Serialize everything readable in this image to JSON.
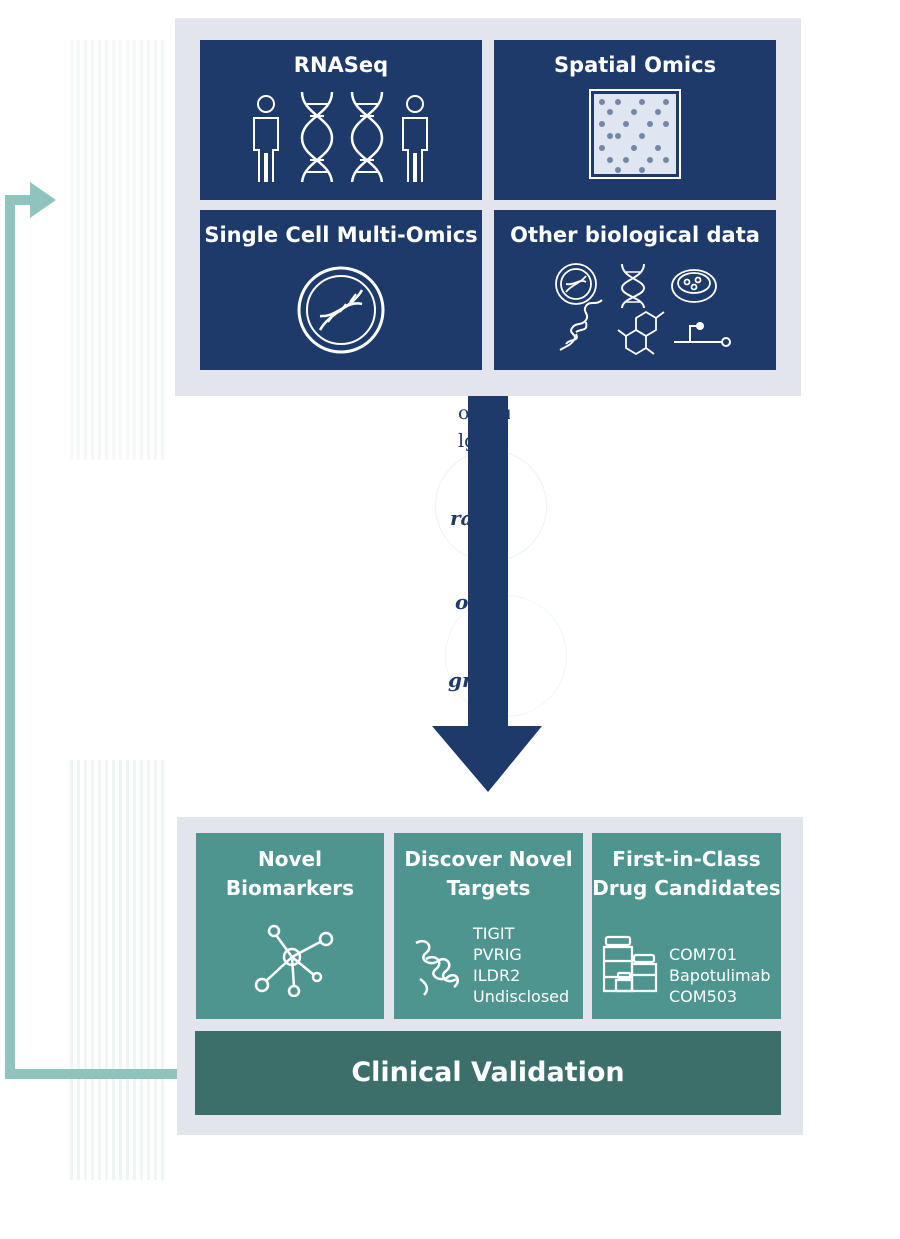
{
  "top": {
    "rnaseq": {
      "title": "RNASeq",
      "icons": [
        "person-icon",
        "dna-icon",
        "dna-icon",
        "person-icon"
      ]
    },
    "spatial": {
      "title": "Spatial Omics",
      "icons": [
        "spatial-grid-icon"
      ]
    },
    "singlecell": {
      "title": "Single Cell Multi-Omics",
      "icons": [
        "cell-dna-icon"
      ]
    },
    "other": {
      "title": "Other biological data",
      "icons": [
        "cell-dna-icon",
        "dna-icon",
        "petri-dish-icon",
        "protein-icon",
        "molecule-icon",
        "pathway-icon"
      ]
    }
  },
  "middle": {
    "fragments": [
      "ompu",
      "lgori",
      "ratio",
      "otat",
      "grat"
    ]
  },
  "bottom": {
    "biomarkers": {
      "title_line1": "Novel",
      "title_line2": "Biomarkers",
      "icon": "network-icon"
    },
    "targets": {
      "title_line1": "Discover Novel",
      "title_line2": "Targets",
      "icon": "protein-icon",
      "items": [
        "TIGIT",
        "PVRIG",
        "ILDR2",
        "Undisclosed"
      ]
    },
    "drugs": {
      "title_line1": "First-in-Class",
      "title_line2": "Drug Candidates",
      "icon": "medicine-bottles-icon",
      "items": [
        "COM701",
        "Bapotulimab",
        "COM503"
      ]
    },
    "clinical": {
      "label": "Clinical Validation"
    }
  },
  "colors": {
    "navy": "#1e3a6b",
    "teal": "#4e958f",
    "dark_teal": "#3c6f6a",
    "feedback_arrow": "#8fc4be",
    "frame": "#e3e5ec"
  }
}
